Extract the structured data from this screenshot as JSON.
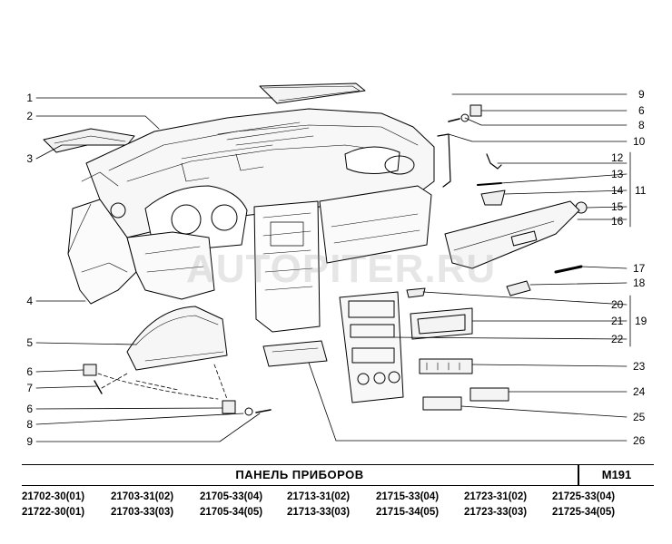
{
  "callouts": {
    "left": [
      "1",
      "2",
      "3",
      "4",
      "5",
      "6",
      "7",
      "6",
      "8",
      "9"
    ],
    "right": [
      "9",
      "6",
      "8",
      "10",
      "12",
      "13",
      "14",
      "15",
      "16",
      "17",
      "18",
      "20",
      "21",
      "22",
      "23",
      "24",
      "25",
      "26"
    ],
    "groups": [
      "11",
      "19"
    ]
  },
  "watermark": "AUTOPITER.RU",
  "title_block": {
    "title": "ПАНЕЛЬ   ПРИБОРОВ",
    "code": "М191",
    "models_row1": [
      "21702-30(01)",
      "21703-31(02)",
      "21705-33(04)",
      "21713-31(02)",
      "21715-33(04)",
      "21723-31(02)",
      "21725-33(04)"
    ],
    "models_row2": [
      "21722-30(01)",
      "21703-33(03)",
      "21705-34(05)",
      "21713-33(03)",
      "21715-34(05)",
      "21723-33(03)",
      "21725-34(05)"
    ]
  },
  "colors": {
    "ink": "#000000",
    "paper": "#ffffff",
    "watermark": "#8c8c8c"
  }
}
